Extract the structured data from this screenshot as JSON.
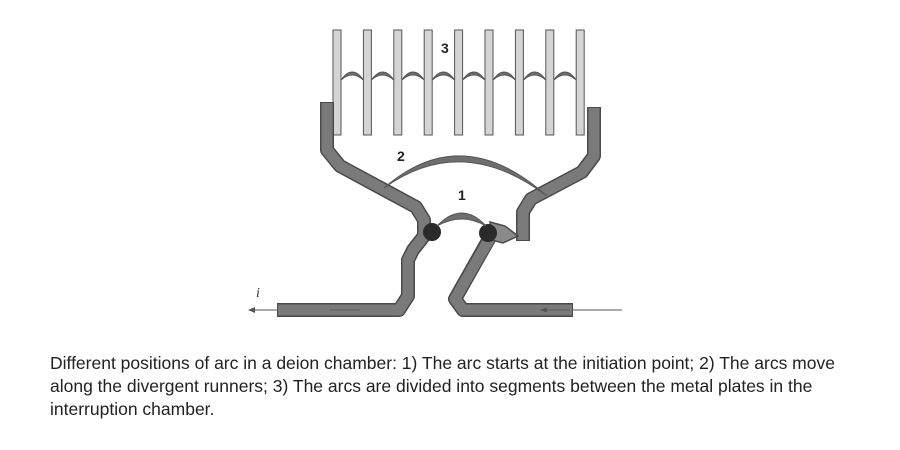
{
  "figure": {
    "labels": {
      "arc1": "1",
      "arc2": "2",
      "arc3": "3",
      "current": "i"
    },
    "colors": {
      "runner": "#7a7a7a",
      "outline": "#4a4a4a",
      "plate": "#d4d4d4",
      "contact": "#2a2a2a",
      "arc": "#6e6e6e"
    }
  },
  "caption": "Different positions of arc in a deion chamber: 1) The arc starts at the initiation point; 2) The arcs move along the divergent runners; 3) The arcs are divided into segments between the metal plates in the interruption chamber."
}
